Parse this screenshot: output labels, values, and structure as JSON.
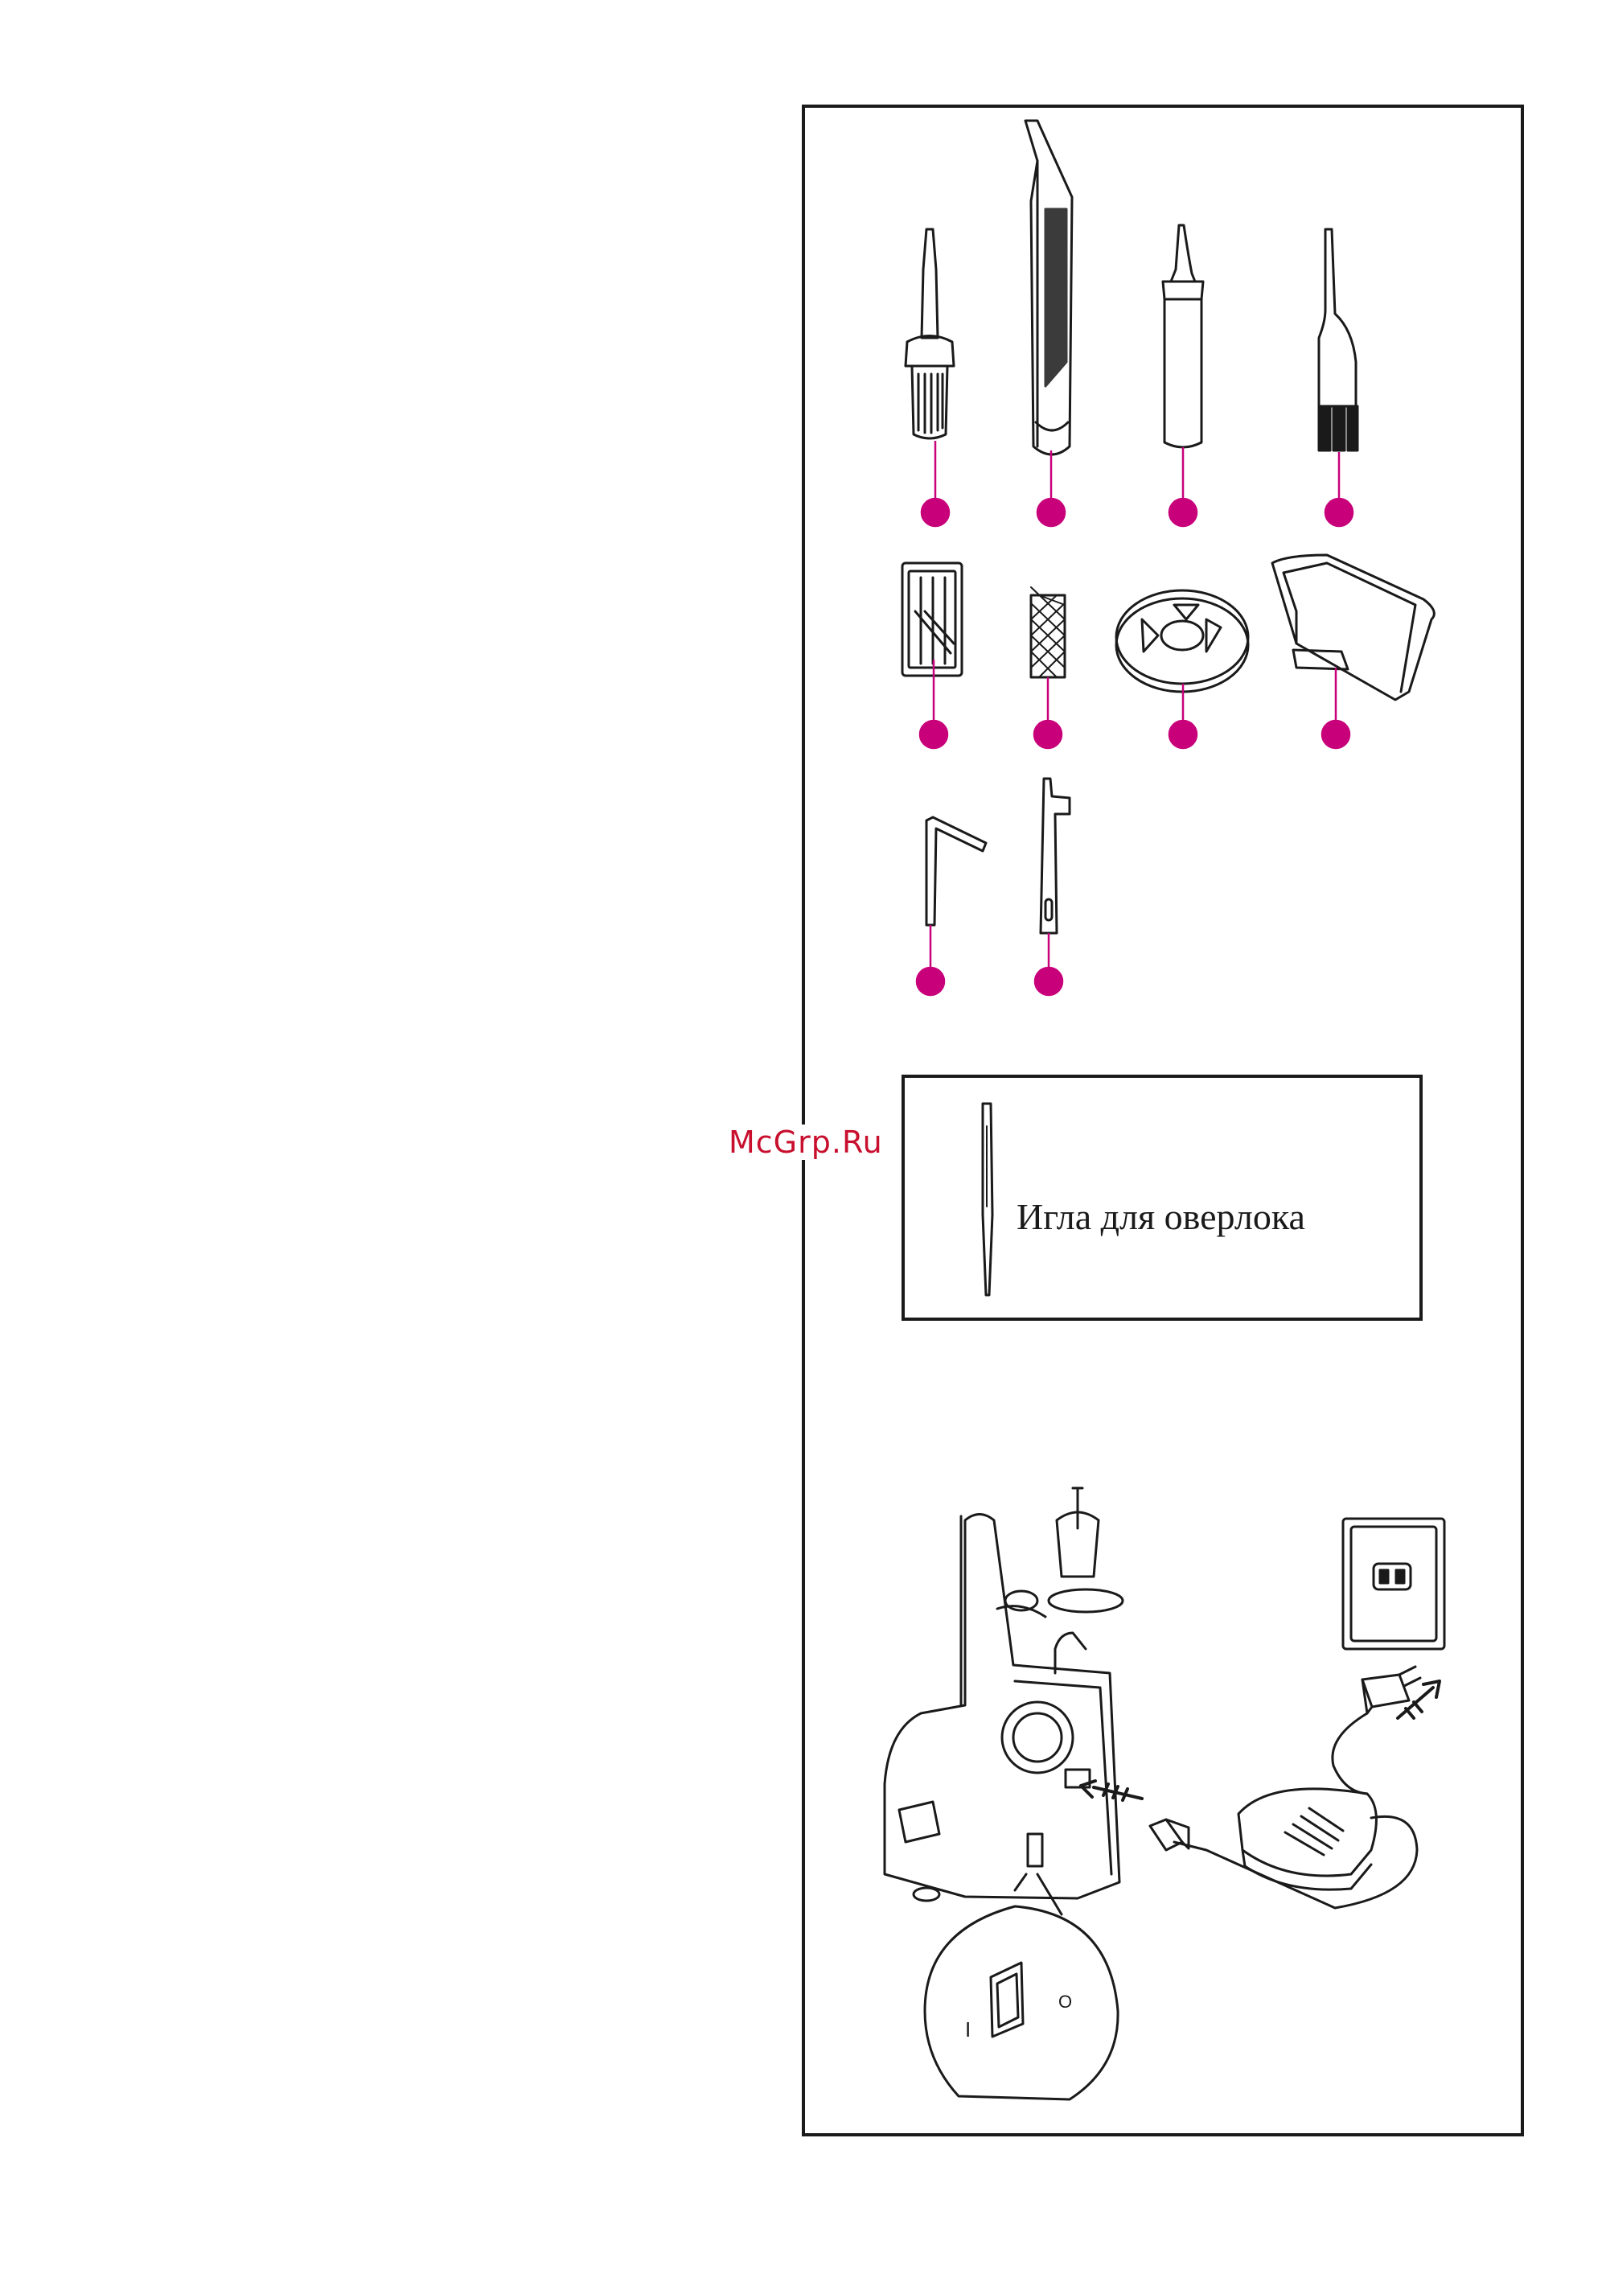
{
  "watermark": "McGrp.Ru",
  "needle_box": {
    "label": "Игла для оверлока"
  },
  "power_switch": {
    "on_mark": "I",
    "off_mark": "O"
  },
  "colors": {
    "callout": "#c8007a",
    "line": "#1a1a1a",
    "watermark": "#c8102e"
  },
  "icons": [
    "screwdriver-brush-icon",
    "tweezers-icon",
    "spool-pin-icon",
    "lint-brush-icon",
    "needle-pack-icon",
    "spool-net-icon",
    "spool-cap-icon",
    "scrap-tray-icon",
    "hex-key-icon",
    "threader-tool-icon",
    "foot-controller-icon",
    "wall-outlet-icon",
    "power-plug-icon"
  ]
}
